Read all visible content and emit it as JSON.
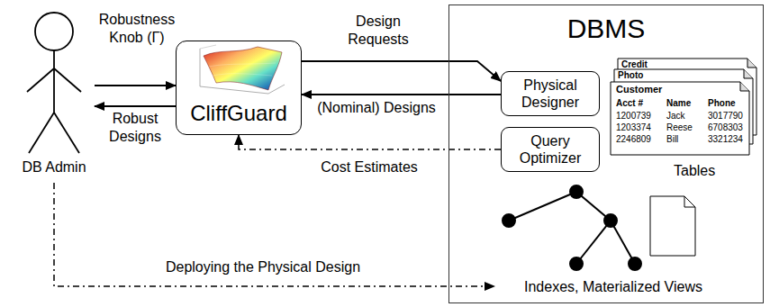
{
  "diagram": {
    "nodes": [
      {
        "text": [
          "DB Admin"
        ]
      },
      {
        "text": [
          "CliffGuard"
        ]
      },
      {
        "text": [
          "DBMS"
        ]
      },
      {
        "text": [
          "Physical Designer"
        ],
        "in": 2
      },
      {
        "text": [
          "Query Optimizer"
        ],
        "in": 2
      },
      {
        "text": [
          "Indexes, Materialized Views"
        ],
        "in": 2
      }
    ],
    "edges": [
      {
        "from": 0,
        "to": 1,
        "label": "Robustness Knob (Γ)",
        "arrow": "to"
      },
      {
        "from": 1,
        "to": 0,
        "label": "Robust Designs",
        "arrow": "to"
      },
      {
        "from": 1,
        "to": 3,
        "label": "Design Requests",
        "arrow": "to"
      },
      {
        "from": 3,
        "to": 1,
        "label": "(Nominal) Designs",
        "arrow": "to"
      },
      {
        "from": 4,
        "to": 1,
        "label": "Cost Estimates",
        "arrow": "to"
      },
      {
        "from": 0,
        "to": 5,
        "label": "Deploying the Physical Design",
        "arrow": "to"
      }
    ],
    "labels": [
      "Credit",
      "Photo",
      "Customer",
      "Acct #",
      "Name",
      "Phone",
      "1200739",
      "Jack",
      "3017790",
      "1203374",
      "Reese",
      "6708303",
      "2246809",
      "Bill",
      "3321234",
      "Tables"
    ]
  }
}
